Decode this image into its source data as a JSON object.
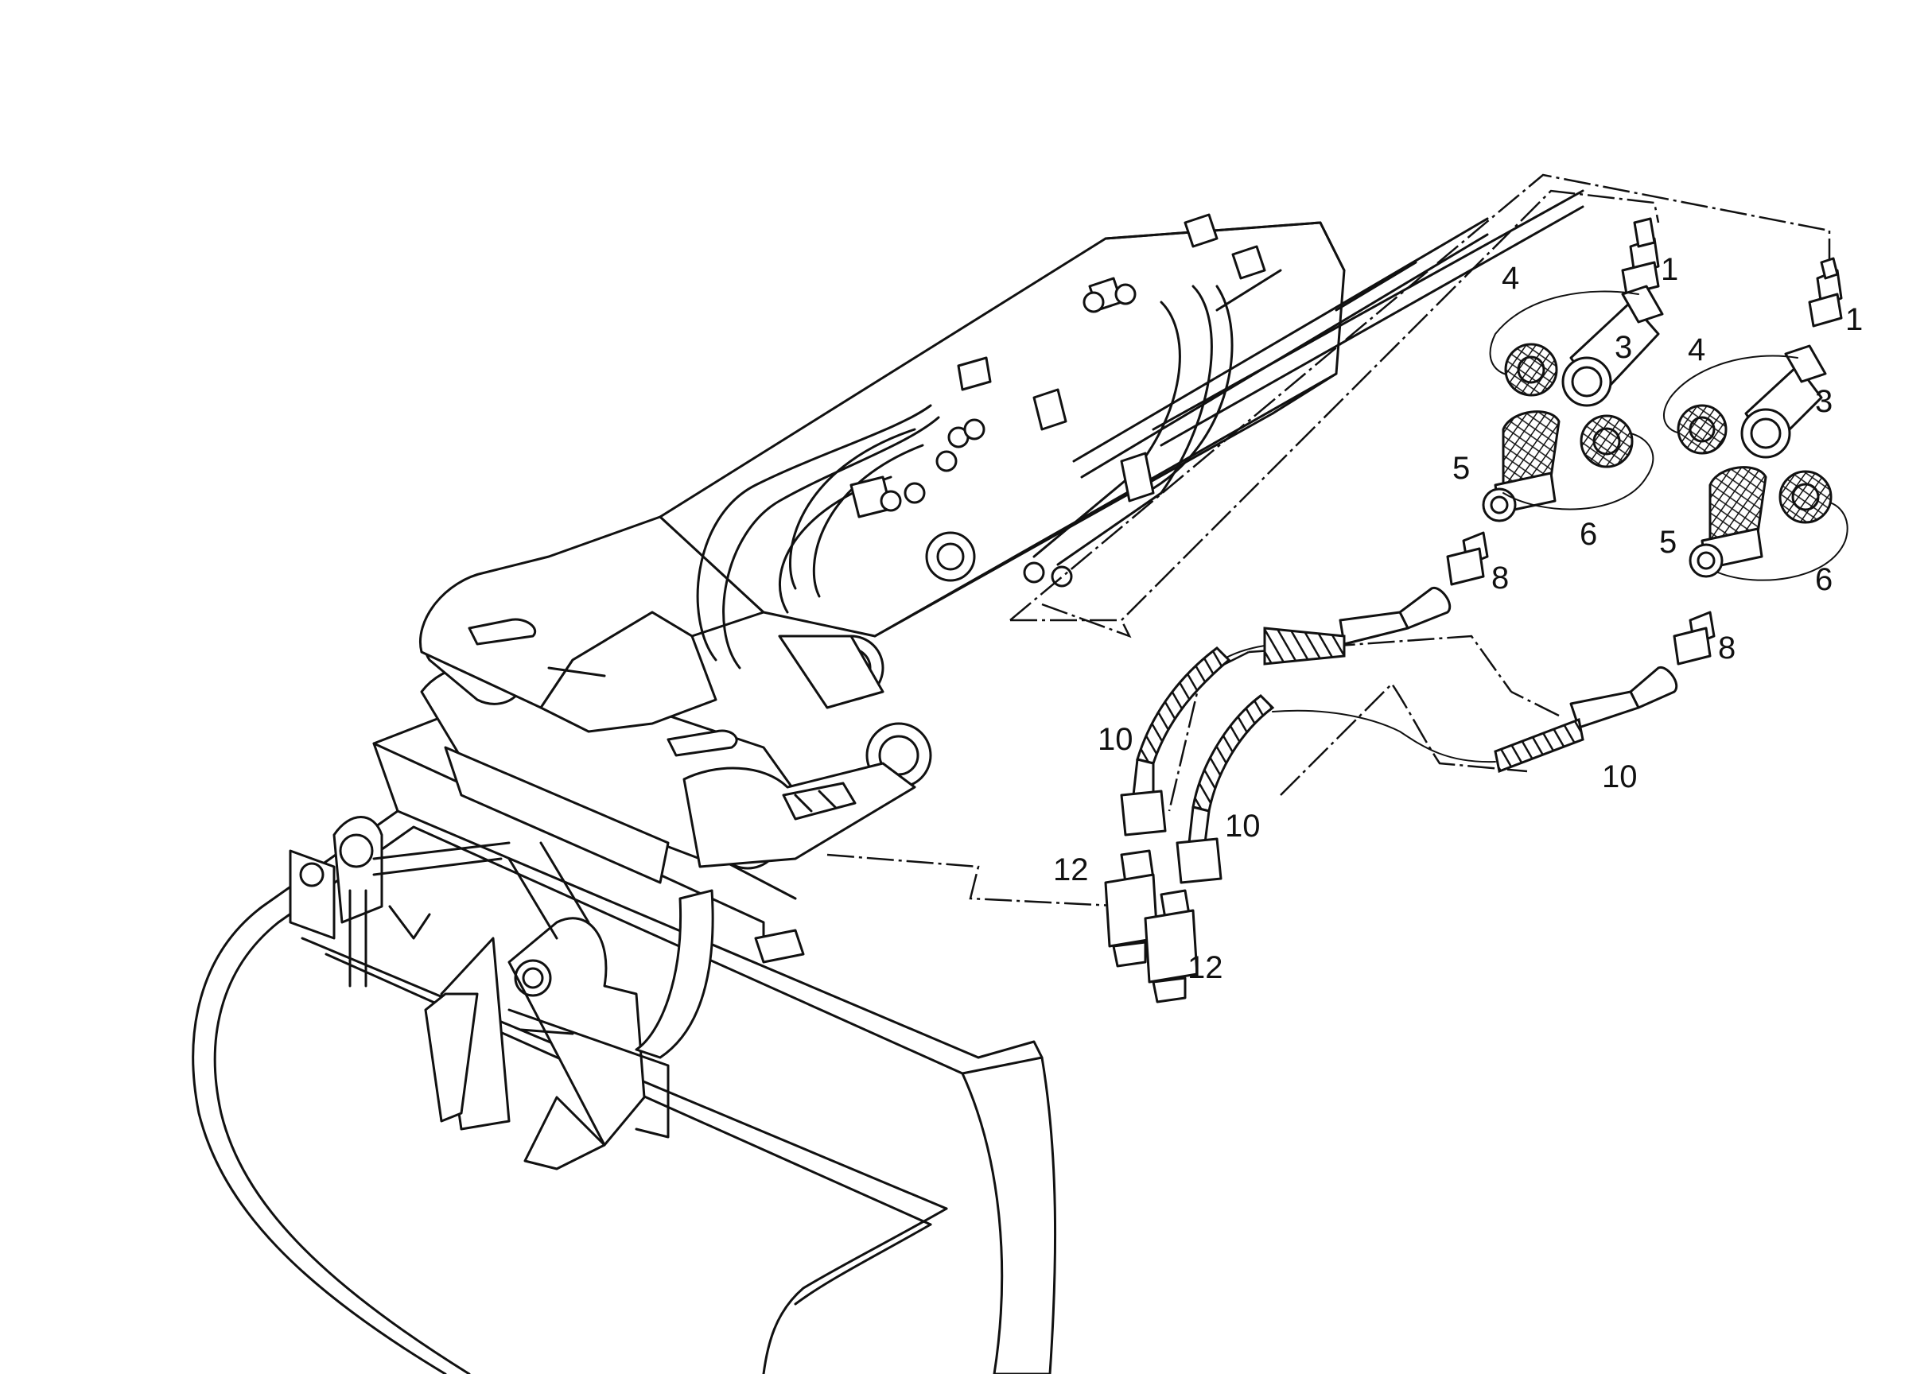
{
  "diagram": {
    "callouts": [
      {
        "id": "c1a",
        "text": "1"
      },
      {
        "id": "c1b",
        "text": "1"
      },
      {
        "id": "c3a",
        "text": "3"
      },
      {
        "id": "c3b",
        "text": "3"
      },
      {
        "id": "c4a",
        "text": "4"
      },
      {
        "id": "c4b",
        "text": "4"
      },
      {
        "id": "c5a",
        "text": "5"
      },
      {
        "id": "c5b",
        "text": "5"
      },
      {
        "id": "c6a",
        "text": "6"
      },
      {
        "id": "c6b",
        "text": "6"
      },
      {
        "id": "c8a",
        "text": "8"
      },
      {
        "id": "c8b",
        "text": "8"
      },
      {
        "id": "c10a",
        "text": "10"
      },
      {
        "id": "c10b",
        "text": "10"
      },
      {
        "id": "c10c",
        "text": "10"
      },
      {
        "id": "c12a",
        "text": "12"
      },
      {
        "id": "c12b",
        "text": "12"
      }
    ]
  }
}
